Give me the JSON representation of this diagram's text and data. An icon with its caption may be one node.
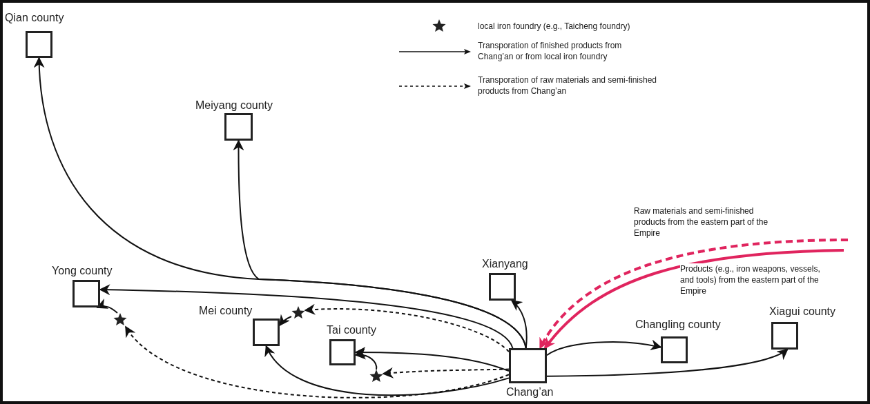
{
  "diagram": {
    "nodes": [
      {
        "text": [
          "Qian county"
        ]
      },
      {
        "text": [
          "Meiyang county"
        ]
      },
      {
        "text": [
          "Yong county"
        ]
      },
      {
        "text": [
          "Mei county"
        ]
      },
      {
        "text": [
          "Tai county"
        ]
      },
      {
        "text": [
          "Xianyang"
        ]
      },
      {
        "text": [
          "Chang’an"
        ]
      },
      {
        "text": [
          "Changling county"
        ]
      },
      {
        "text": [
          "Xiagui county"
        ]
      },
      {
        "text": [],
        "shape": "star"
      },
      {
        "text": [],
        "shape": "star"
      },
      {
        "text": [],
        "shape": "star"
      }
    ],
    "edges": [
      {
        "from": 6,
        "to": 0,
        "arrow": "to"
      },
      {
        "from": 6,
        "to": 1,
        "arrow": "to"
      },
      {
        "from": 6,
        "to": 2,
        "arrow": "to"
      },
      {
        "from": 6,
        "to": 10,
        "arrow": "to",
        "style": "dashed"
      },
      {
        "from": 10,
        "to": 3,
        "arrow": "to"
      },
      {
        "from": 6,
        "to": 9,
        "arrow": "to",
        "style": "dashed"
      },
      {
        "from": 9,
        "to": 2,
        "arrow": "to"
      },
      {
        "from": 6,
        "to": 3,
        "arrow": "to"
      },
      {
        "from": 6,
        "to": 4,
        "arrow": "to"
      },
      {
        "from": 6,
        "to": 11,
        "arrow": "to",
        "style": "dashed"
      },
      {
        "from": 11,
        "to": 4,
        "arrow": "to"
      },
      {
        "from": 6,
        "to": 5,
        "arrow": "to"
      },
      {
        "from": 6,
        "to": 7,
        "arrow": "to"
      },
      {
        "from": 6,
        "to": 8,
        "arrow": "to"
      },
      {
        "from": null,
        "to": 6,
        "arrow": "to",
        "style": "dashed",
        "color": "#e0245e",
        "label": "Raw materials and semi-finished products from the eastern part of the Empire"
      },
      {
        "from": null,
        "to": 6,
        "arrow": "to",
        "style": "thick",
        "color": "#e0245e",
        "label": "Products (e.g., iron weapons, vessels, and tools) from the eastern part of the Empire"
      }
    ],
    "legend": [
      {
        "text": "local iron foundry (e.g., Taicheng foundry)"
      },
      {
        "text": "Transporation of  finished products from Chang’an or from local iron foundry"
      },
      {
        "text": "Transporation of  raw materials and semi-finished products from Chang’an"
      }
    ]
  }
}
